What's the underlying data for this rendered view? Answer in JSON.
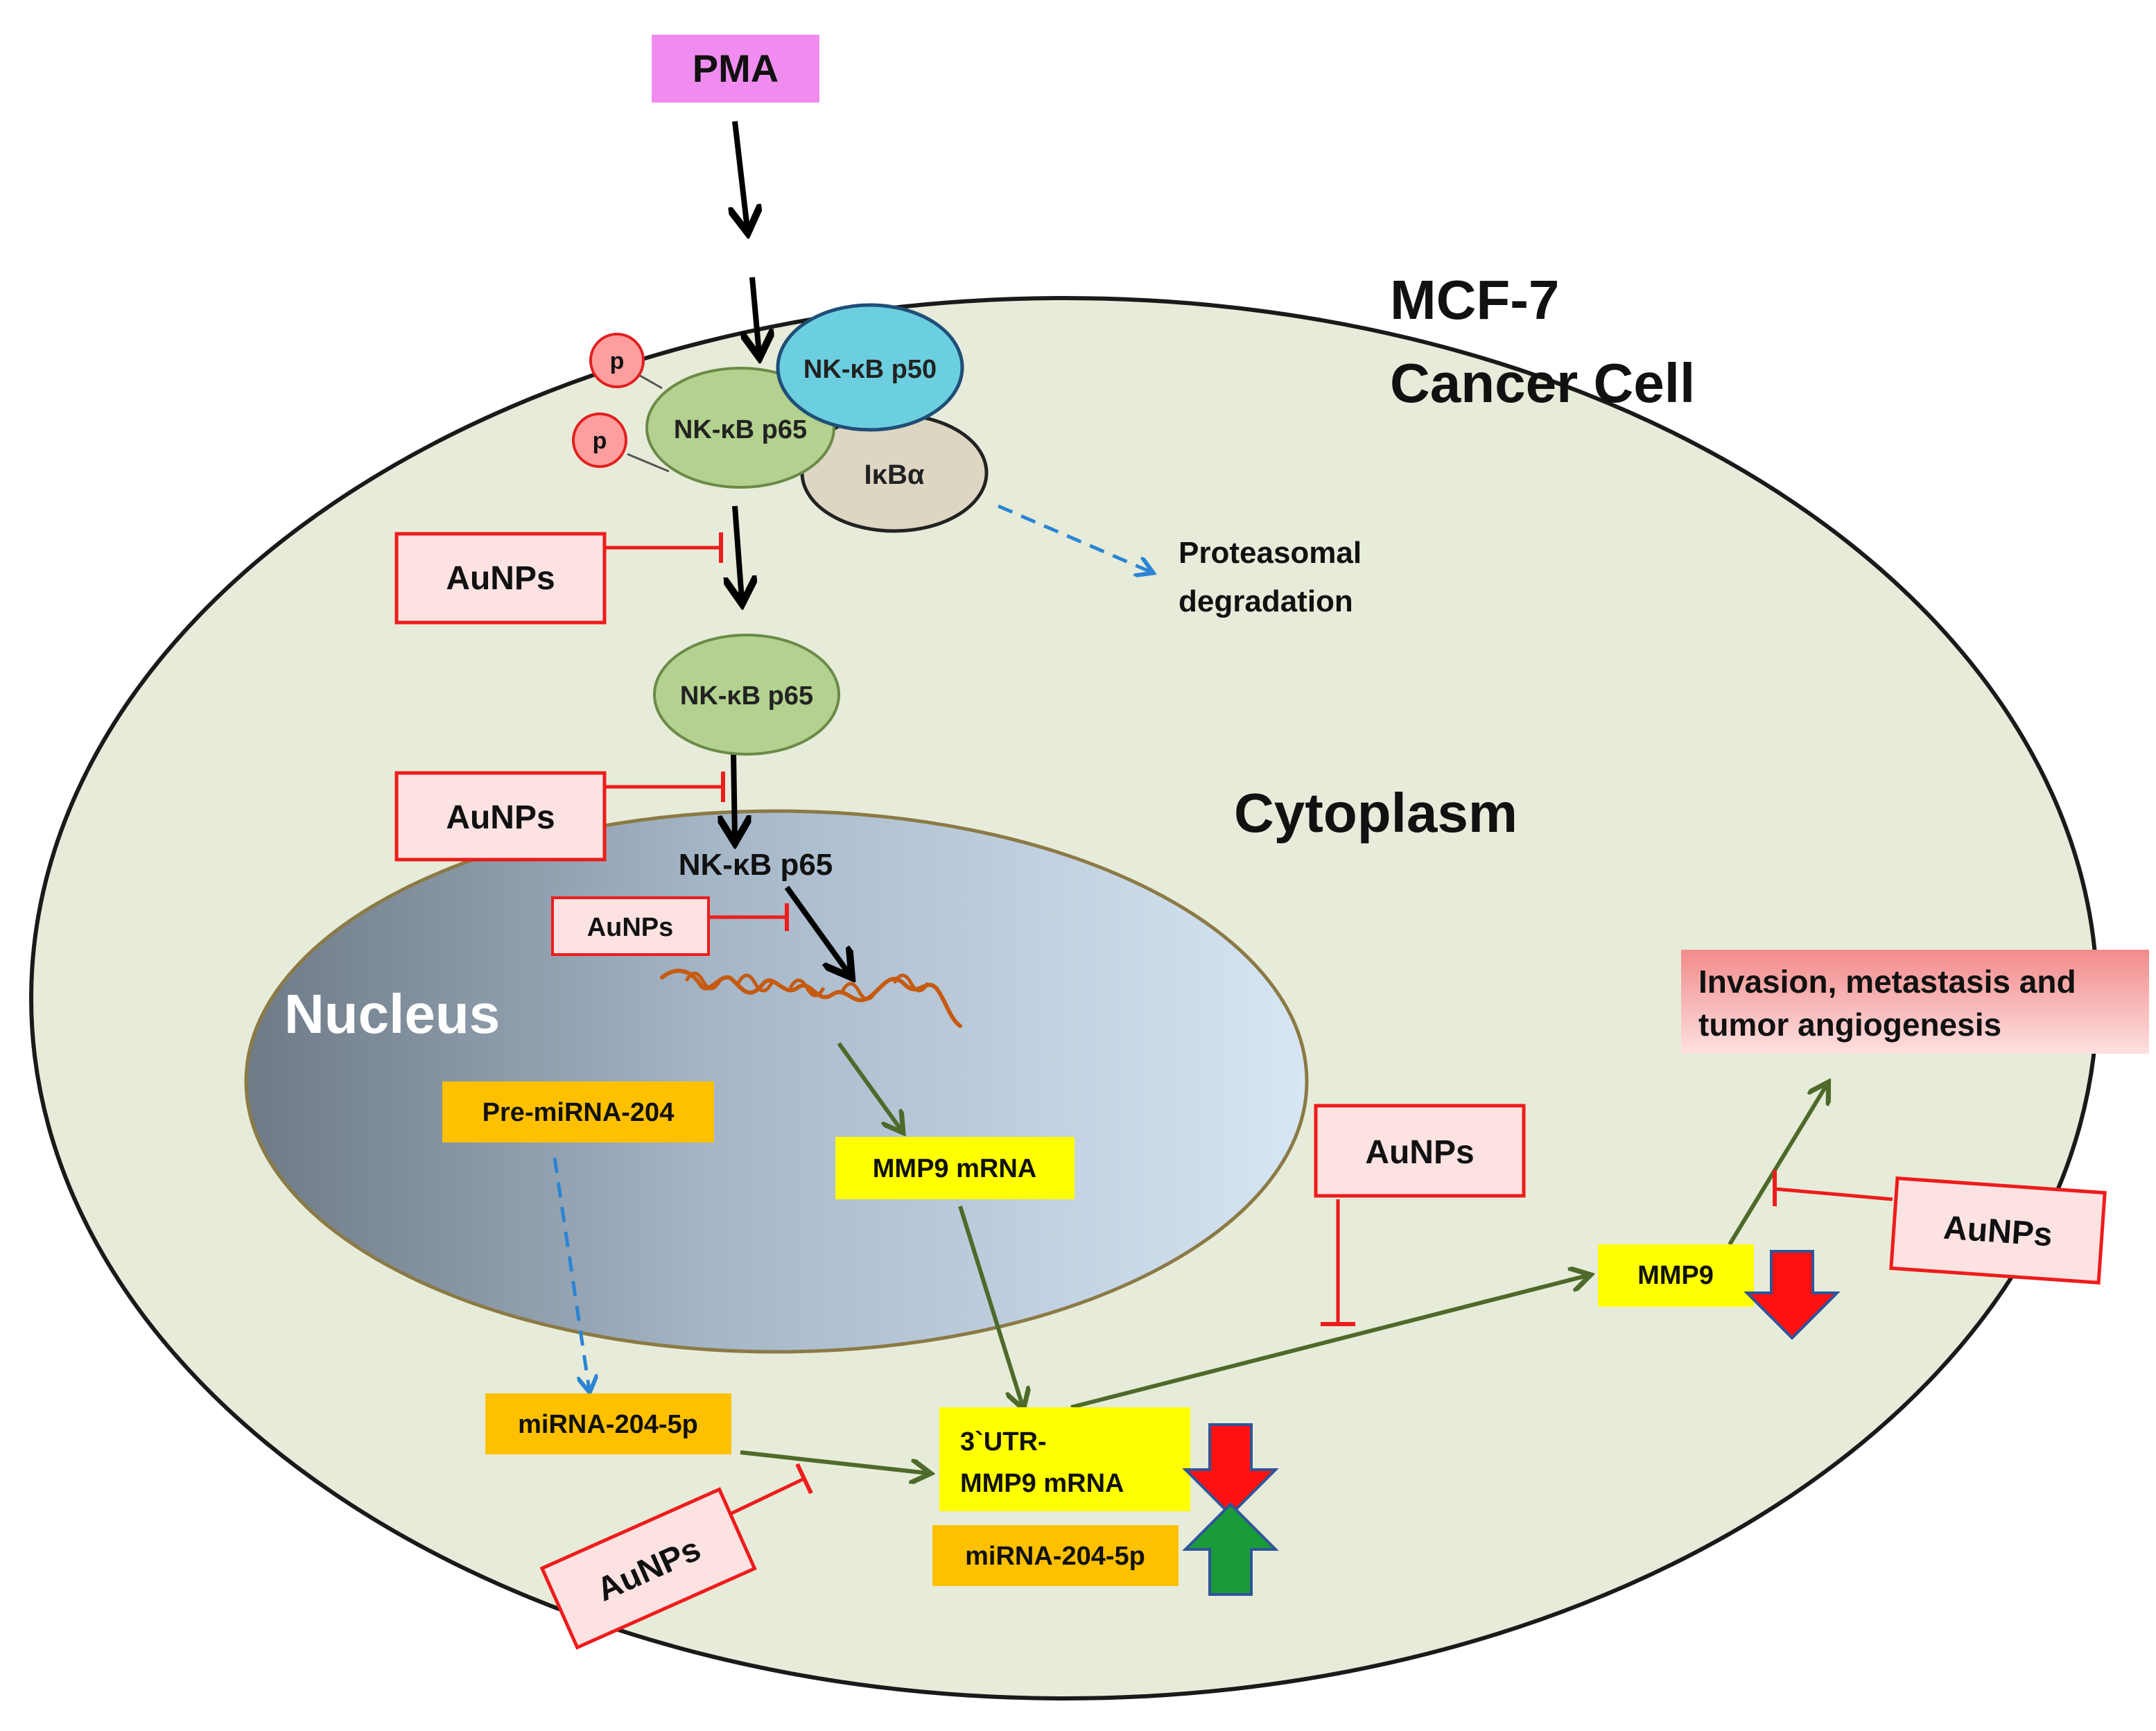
{
  "title": {
    "line1": "MCF-7",
    "line2": "Cancer Cell"
  },
  "stimulus": "PMA",
  "regions": {
    "cytoplasm": "Cytoplasm",
    "nucleus": "Nucleus"
  },
  "proteins": {
    "phospho": "p",
    "p65": "NK-κB p65",
    "p50": "NK-κB p50",
    "ikba": "IκBα",
    "p65_free": "NK-κB p65",
    "p65_nuclear": "NK-κB p65"
  },
  "degradation": {
    "line1": "Proteasomal",
    "line2": "degradation"
  },
  "inhibitor": "AuNPs",
  "labels": {
    "pre_mirna": "Pre-miRNA-204",
    "mmp9_mrna": "MMP9 mRNA",
    "mirna_204": "miRNA-204-5p",
    "utr_line1": "3`UTR-",
    "utr_line2": "MMP9 mRNA",
    "mirna_204_up": "miRNA-204-5p",
    "mmp9": "MMP9"
  },
  "outcome": {
    "line1": "Invasion, metastasis and",
    "line2": "tumor angiogenesis"
  },
  "colors": {
    "cell_fill": "#e6ecd9",
    "pma": "#f08cf0",
    "p65": "#b3d18f",
    "p50": "#6ccfe0",
    "ikba": "#ddd6c3",
    "phospho": "#ff9e9e",
    "inhibit": "#ee1c1c",
    "auNPs_fill": "#fde2e2",
    "orange_label": "#ffc000",
    "yellow_label": "#ffff00",
    "pathway_arrow": "#4e6a2a",
    "dashed_arrow": "#2b84d4",
    "down_arrow": "#ff1010",
    "up_arrow": "#1a9b3a",
    "dna": "#c55a11"
  }
}
